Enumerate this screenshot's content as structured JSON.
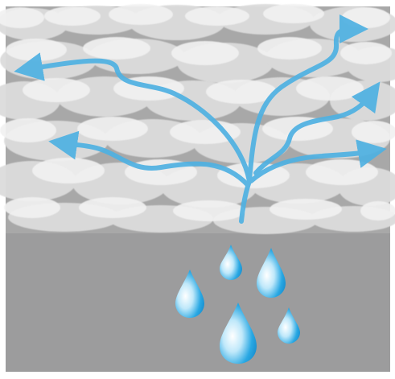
{
  "illustration": {
    "subject": "clouds-with-diverging-arrows-and-raindrops",
    "colors": {
      "cloud_fill": "#efefef",
      "cloud_shadow": "#d6d6d6",
      "sky_gray": "#a5a5a5",
      "ground_gray": "#9c9c9d",
      "arrow_blue": "#4fb1e2",
      "drop_blue": "#1e9fdd",
      "drop_highlight": "#ffffff"
    },
    "icons": {
      "arrows": "arrow-icon",
      "drops": "raindrop-icon",
      "clouds": "cloud-icon"
    },
    "arrow_count": 5,
    "raindrop_count": 5
  }
}
